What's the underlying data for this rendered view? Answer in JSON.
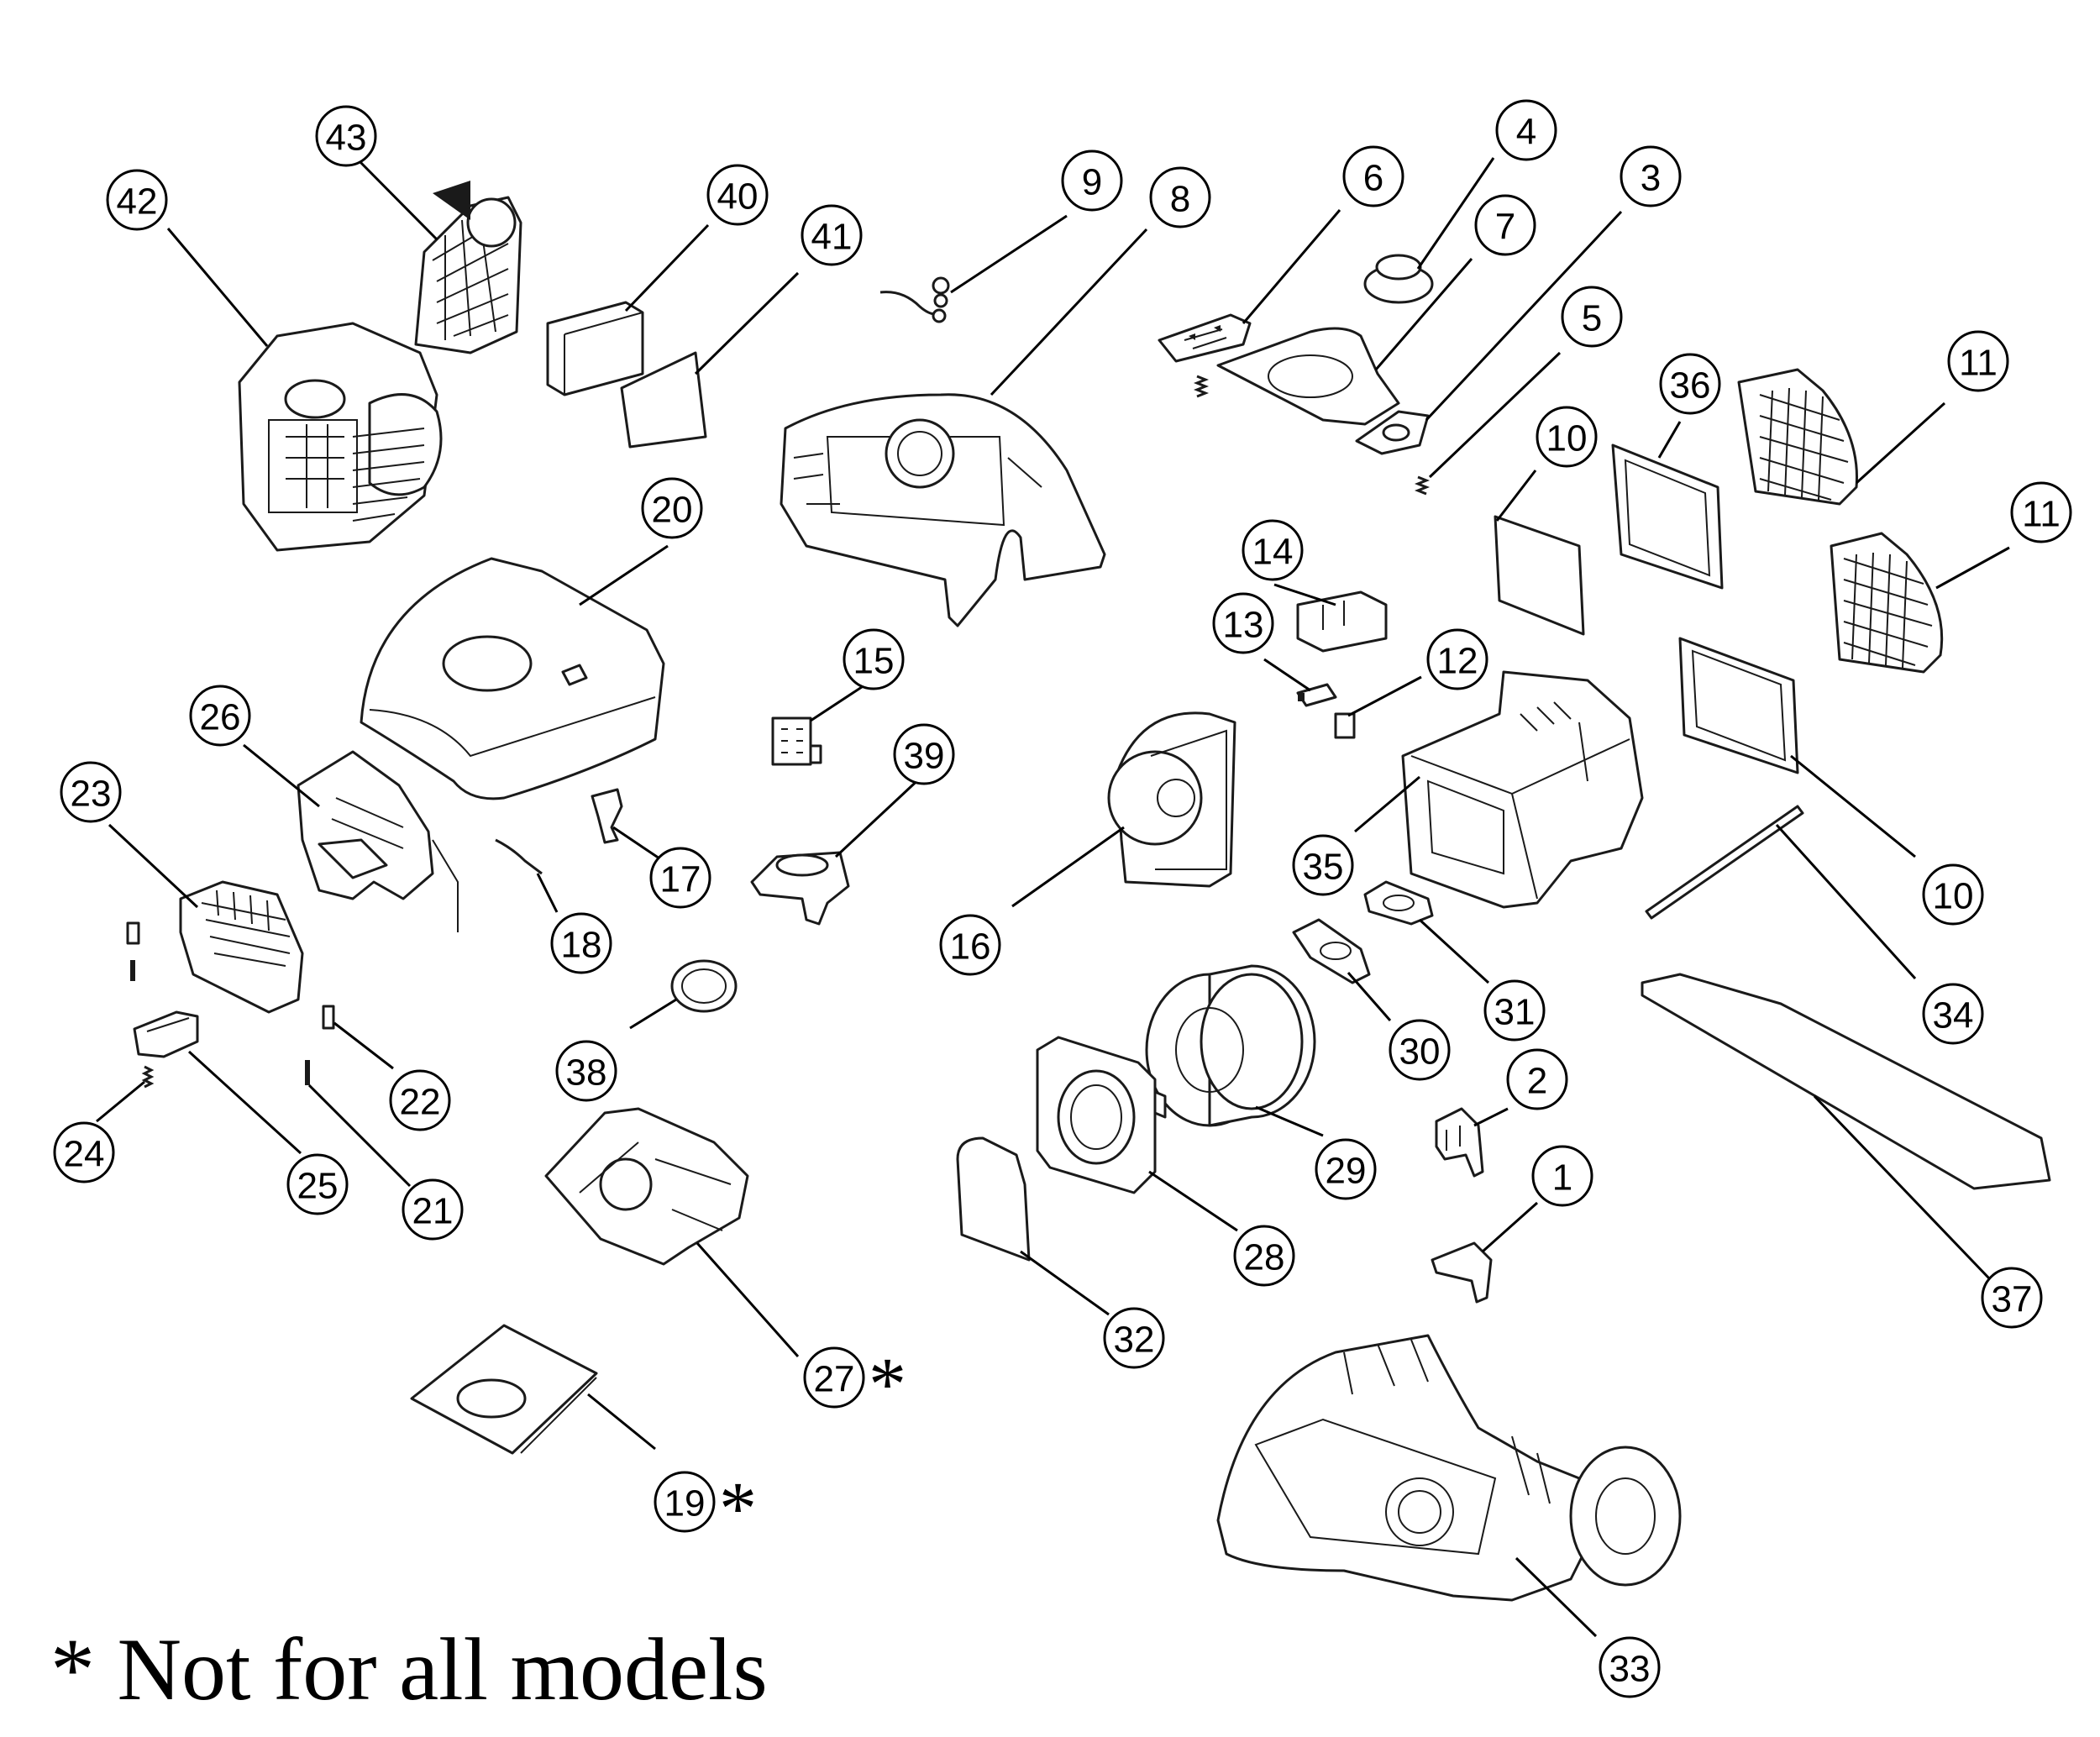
{
  "footnote": "* Not for all models",
  "asterisk_mark": "*",
  "colors": {
    "line": "#000000",
    "background": "#ffffff"
  },
  "callouts": [
    {
      "id": "c1",
      "label": "1"
    },
    {
      "id": "c2",
      "label": "2"
    },
    {
      "id": "c3",
      "label": "3"
    },
    {
      "id": "c4",
      "label": "4"
    },
    {
      "id": "c5",
      "label": "5"
    },
    {
      "id": "c6",
      "label": "6"
    },
    {
      "id": "c7",
      "label": "7"
    },
    {
      "id": "c8",
      "label": "8"
    },
    {
      "id": "c9",
      "label": "9"
    },
    {
      "id": "c10a",
      "label": "10"
    },
    {
      "id": "c10b",
      "label": "10"
    },
    {
      "id": "c11a",
      "label": "11"
    },
    {
      "id": "c11b",
      "label": "11"
    },
    {
      "id": "c12",
      "label": "12"
    },
    {
      "id": "c13",
      "label": "13"
    },
    {
      "id": "c14",
      "label": "14"
    },
    {
      "id": "c15",
      "label": "15"
    },
    {
      "id": "c16",
      "label": "16"
    },
    {
      "id": "c17",
      "label": "17"
    },
    {
      "id": "c18",
      "label": "18"
    },
    {
      "id": "c19",
      "label": "19",
      "asterisk": true
    },
    {
      "id": "c20",
      "label": "20"
    },
    {
      "id": "c21",
      "label": "21"
    },
    {
      "id": "c22",
      "label": "22"
    },
    {
      "id": "c23",
      "label": "23"
    },
    {
      "id": "c24",
      "label": "24"
    },
    {
      "id": "c25",
      "label": "25"
    },
    {
      "id": "c26",
      "label": "26"
    },
    {
      "id": "c27",
      "label": "27",
      "asterisk": true
    },
    {
      "id": "c28",
      "label": "28"
    },
    {
      "id": "c29",
      "label": "29"
    },
    {
      "id": "c30",
      "label": "30"
    },
    {
      "id": "c31",
      "label": "31"
    },
    {
      "id": "c32",
      "label": "32"
    },
    {
      "id": "c33",
      "label": "33"
    },
    {
      "id": "c34",
      "label": "34"
    },
    {
      "id": "c35",
      "label": "35"
    },
    {
      "id": "c36",
      "label": "36"
    },
    {
      "id": "c37",
      "label": "37"
    },
    {
      "id": "c38",
      "label": "38"
    },
    {
      "id": "c39",
      "label": "39"
    },
    {
      "id": "c40",
      "label": "40"
    },
    {
      "id": "c41",
      "label": "41"
    },
    {
      "id": "c42",
      "label": "42"
    },
    {
      "id": "c43",
      "label": "43"
    }
  ]
}
